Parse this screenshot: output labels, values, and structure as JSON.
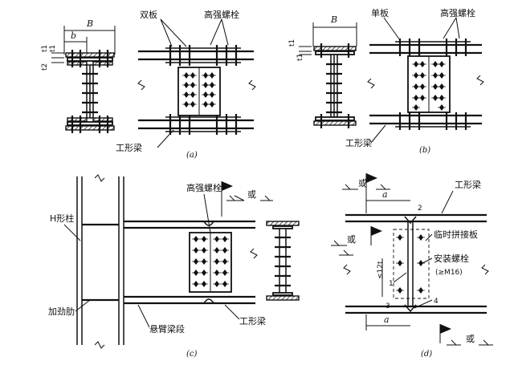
{
  "panels": {
    "a": {
      "caption": "(a)",
      "label_B": "B",
      "label_b": "b",
      "label_t1": "t1",
      "label_t1b": "t1",
      "label_t2": "t2",
      "label_double_plate": "双板",
      "label_hs_bolt": "高强螺栓",
      "label_beam": "工形梁"
    },
    "b": {
      "caption": "(b)",
      "label_B": "B",
      "label_t1": "t1",
      "label_t1b": "t1",
      "label_single_plate": "单板",
      "label_hs_bolt": "高强螺栓",
      "label_beam": "工形梁"
    },
    "c": {
      "caption": "(c)",
      "label_h_column": "H形柱",
      "label_stiffener": "加劲肋",
      "label_hs_bolt": "高强螺栓",
      "label_cantilever": "悬臂梁段",
      "label_beam": "工形梁",
      "label_or": "或"
    },
    "d": {
      "caption": "(d)",
      "label_or_top": "或",
      "label_or_mid": "或",
      "label_or_bottom": "或",
      "label_a_top": "a",
      "label_a_bottom": "a",
      "label_beam": "工形梁",
      "label_temp_plate": "临时拼接板",
      "label_install_bolt": "安装螺栓",
      "label_m16": "(≥M16)",
      "label_12t": "≤12t",
      "num_1": "1",
      "num_2": "2",
      "num_3": "3",
      "num_4": "4"
    }
  }
}
